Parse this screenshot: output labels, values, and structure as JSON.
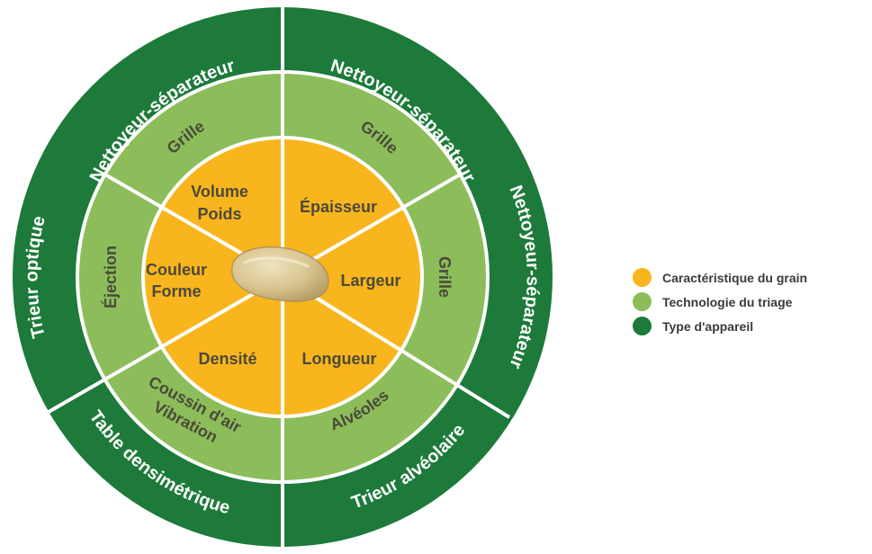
{
  "colors": {
    "grain": "#f9b51d",
    "triage": "#8cbd5a",
    "appareil": "#1d7a3a",
    "divider": "#ffffff",
    "dark_text": "#4a4a3a",
    "light_text": "#ffffff"
  },
  "inner_ring": {
    "label_top_left_1": "Volume",
    "label_top_left_2": "Poids",
    "label_top_right": "Épaisseur",
    "label_right": "Largeur",
    "label_bottom_right": "Longueur",
    "label_bottom_left": "Densité",
    "label_left_1": "Couleur",
    "label_left_2": "Forme"
  },
  "middle_ring": {
    "top_left": "Grille",
    "top_right": "Grille",
    "right": "Grille",
    "bottom_right": "Alvéoles",
    "bottom_left_1": "Coussin d'air",
    "bottom_left_2": "Vibration",
    "left": "Éjection"
  },
  "outer_ring": {
    "top_left": "Nettoyeur-séparateur",
    "top_right": "Nettoyeur-séparateur",
    "right": "Nettoyeur-séparateur",
    "bottom_right": "Trieur alvéolaire",
    "bottom_left": "Table densimétrique",
    "left": "Trieur optique"
  },
  "legend": [
    {
      "label": "Caractéristique du grain",
      "color": "#f9b51d",
      "icon": "circle"
    },
    {
      "label": "Technologie du triage",
      "color": "#8cbd5a",
      "icon": "circle"
    },
    {
      "label": "Type d'appareil",
      "color": "#1d7a3a",
      "icon": "circle"
    }
  ]
}
